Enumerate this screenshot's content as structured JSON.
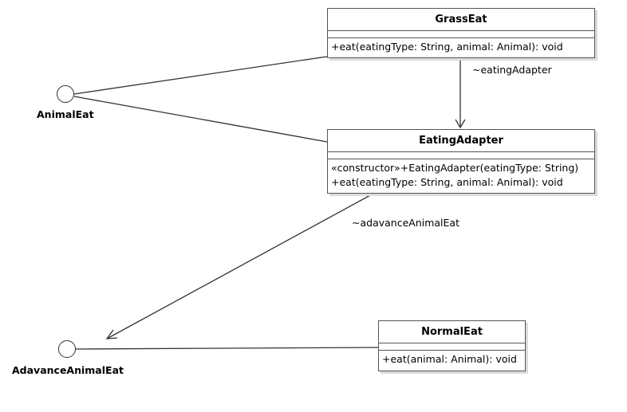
{
  "classes": {
    "grass_eat": {
      "name": "GrassEat",
      "ops": [
        "+eat(eatingType: String, animal: Animal): void"
      ]
    },
    "eating_adapter": {
      "name": "EatingAdapter",
      "ops": [
        "«constructor»+EatingAdapter(eatingType: String)",
        "+eat(eatingType: String, animal: Animal): void"
      ]
    },
    "normal_eat": {
      "name": "NormalEat",
      "ops": [
        "+eat(animal: Animal): void"
      ]
    }
  },
  "interfaces": {
    "animal_eat": "AnimalEat",
    "advance_animal_eat": "AdavanceAnimalEat"
  },
  "associations": {
    "eating_adapter_role": "~eatingAdapter",
    "advance_role": "~adavanceAnimalEat"
  },
  "colors": {
    "line": "#333333",
    "border": "#555555",
    "shadow": "#dcdcdc"
  }
}
